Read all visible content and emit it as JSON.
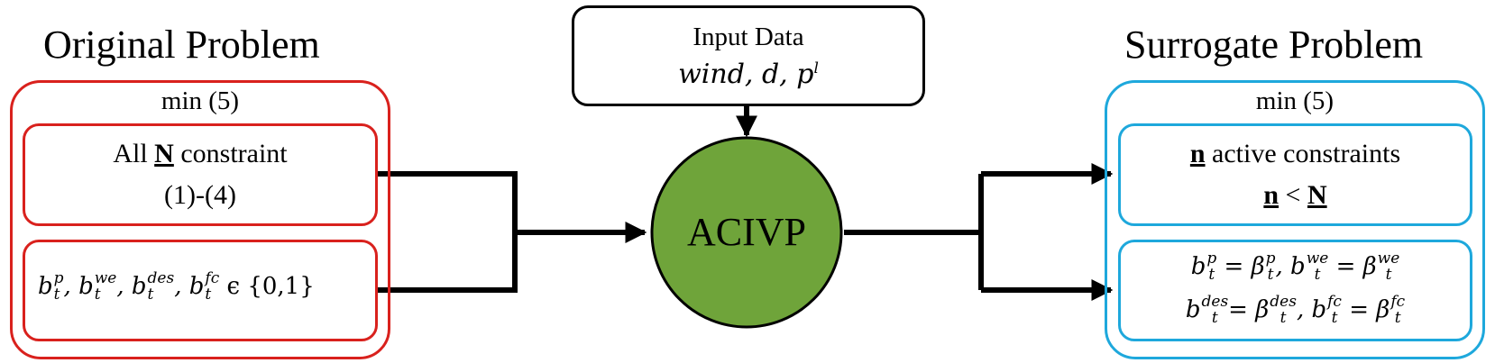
{
  "left_panel": {
    "title": "Original Problem",
    "objective": "min (5)",
    "constraint_prefix": "All",
    "constraint_N": "N",
    "constraint_suffix": "constraint",
    "constraint_refs": "(1)-(4)",
    "binary_vars": [
      "b",
      "p",
      "t",
      "we",
      "des",
      "fc"
    ],
    "binary_set": "ϵ {0,1}"
  },
  "input_box": {
    "title": "Input Data",
    "vars": "wind, d, p",
    "vars_sup": "l"
  },
  "center_node": {
    "label": "ACIVP",
    "color": "#6fa43a"
  },
  "right_panel": {
    "title": "Surrogate Problem",
    "objective": "min (5)",
    "active_n": "n",
    "active_text": "active constraints",
    "compare_n": "n",
    "compare_op": "<",
    "compare_N": "N"
  },
  "colors": {
    "left_border": "#d9211d",
    "right_border": "#1ea8dc",
    "node_fill": "#6fa43a"
  }
}
